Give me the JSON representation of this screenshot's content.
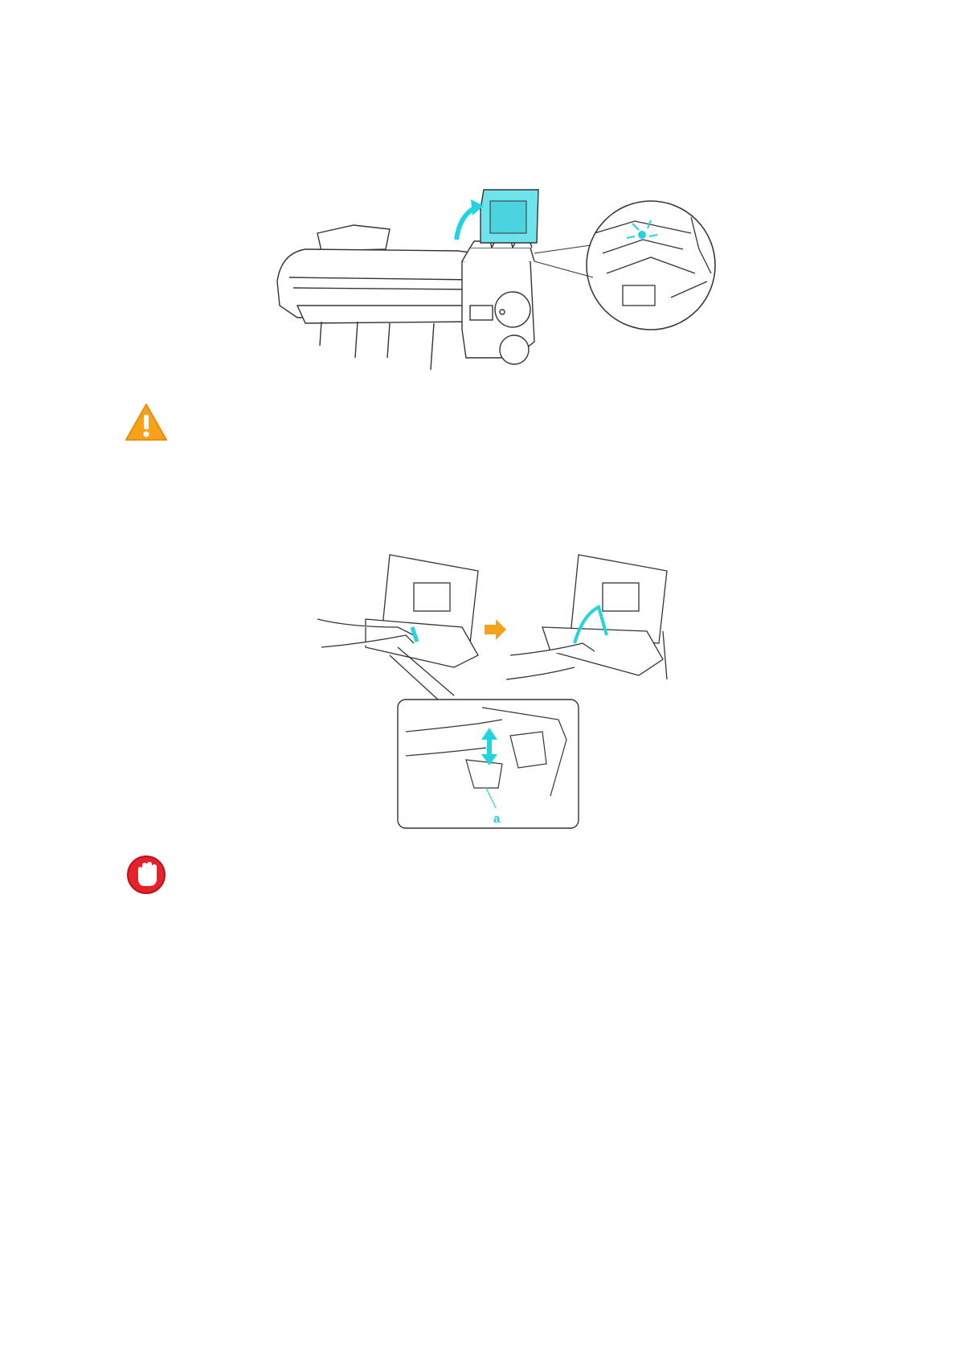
{
  "illustrations": {
    "printer_overview": {
      "icon": "printer-ink-tank-cover-open-illustration"
    },
    "remove_tank": {
      "icon": "ink-tank-lock-lever-illustration",
      "callout_label": "a"
    }
  },
  "notices": {
    "caution": {
      "icon": "caution-icon",
      "color": "#f7a21b"
    },
    "important": {
      "icon": "important-hand-icon",
      "color": "#e8202a"
    }
  },
  "colors": {
    "accent_cyan": "#22d3e0",
    "arrow_orange": "#f7a21b",
    "line": "#333333"
  }
}
